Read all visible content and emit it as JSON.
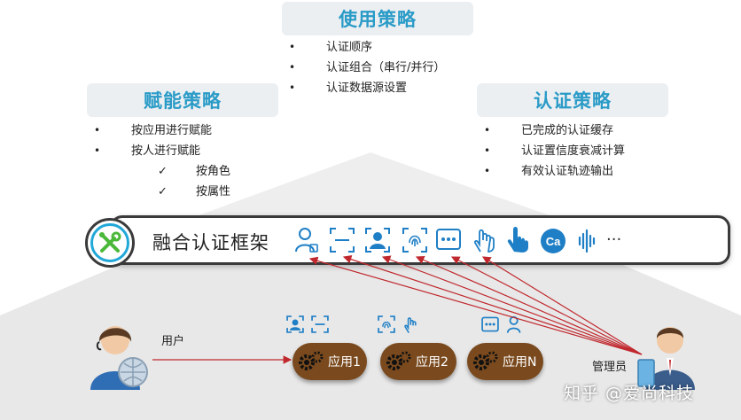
{
  "colors": {
    "accent_blue": "#2a9bc7",
    "icon_blue": "#1f7fc6",
    "arrow_red": "#c0282d",
    "app_brown": "#7a4a1e",
    "title_bg": "#eceff2",
    "background_gray": "#e8e8e8"
  },
  "usage_policy": {
    "title": "使用策略",
    "items": [
      "认证顺序",
      "认证组合（串行/并行）",
      "认证数据源设置"
    ]
  },
  "empower_policy": {
    "title": "赋能策略",
    "items": [
      "按应用进行赋能",
      "按人进行赋能"
    ],
    "sub_items": [
      "按角色",
      "按属性"
    ]
  },
  "auth_policy": {
    "title": "认证策略",
    "items": [
      "已完成的认证缓存",
      "认证置信度衰减计算",
      "有效认证轨迹输出"
    ]
  },
  "framework": {
    "title": "融合认证框架",
    "logo_icon": "tools-icon",
    "icons": [
      "user-key-icon",
      "face-scan-icon",
      "id-card-icon",
      "fingerprint-icon",
      "otp-code-icon",
      "touch-icon",
      "hand-pointer-icon",
      "ca-certificate-icon",
      "voice-wave-icon"
    ],
    "more": "···"
  },
  "user": {
    "label": "用户",
    "icon": "user-avatar-icon"
  },
  "admin": {
    "label": "管理员",
    "icon": "admin-avatar-icon"
  },
  "apps": [
    {
      "label": "应用1",
      "icons": [
        "id-card-icon",
        "face-scan-icon"
      ]
    },
    {
      "label": "应用2",
      "icons": [
        "face-scan-icon",
        "fingerprint-icon"
      ]
    },
    {
      "label": "应用N",
      "icons": [
        "otp-code-icon",
        "user-key-icon"
      ]
    }
  ],
  "watermark": "知乎 @爱尚科技"
}
